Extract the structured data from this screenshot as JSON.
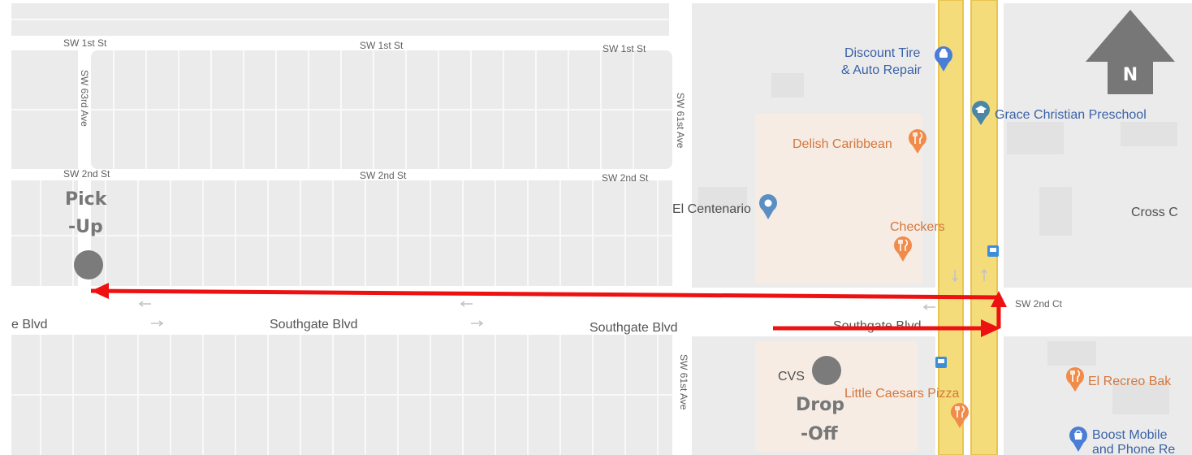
{
  "map": {
    "streets": {
      "sw_1st": "SW 1st St",
      "sw_2nd": "SW 2nd St",
      "sw_63rd": "SW 63rd Ave",
      "sw_61st": "SW 61st Ave",
      "sw_2nd_ct": "SW 2nd Ct",
      "southgate_left": "e Blvd",
      "southgate": "Southgate Blvd",
      "southgate_cut": "Southgate Blvd"
    },
    "pois": {
      "discount_tire_1": "Discount Tire",
      "discount_tire_2": "& Auto Repair",
      "grace": "Grace Christian Preschool",
      "delish": "Delish Caribbean",
      "el_centenario": "El Centenario",
      "checkers": "Checkers",
      "cross": "Cross C",
      "cvs": "CVS",
      "little_caesars": "Little Caesars Pizza",
      "el_recreo": "El Recreo Bak",
      "boost_1": "Boost Mobile",
      "boost_2": "and Phone Re"
    },
    "annotations": {
      "pickup_1": "Pick",
      "pickup_2": "-Up",
      "dropoff_1": "Drop",
      "dropoff_2": "-Off",
      "north": "N"
    },
    "colors": {
      "route": "#ee1111",
      "marker": "#7b7b7b",
      "highway": "#f5dc7a",
      "block": "#ebebeb",
      "compass": "#777777"
    }
  }
}
